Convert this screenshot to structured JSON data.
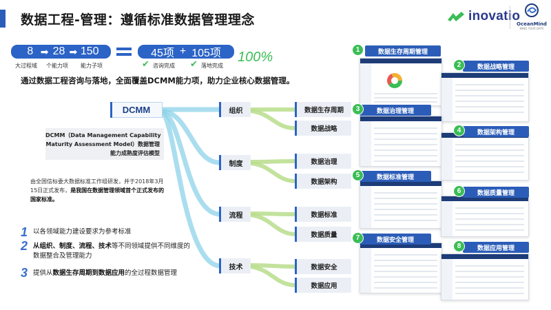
{
  "title": "数据工程-管理：遵循标准数据管理理念",
  "brand": {
    "inovatio": "inovatio",
    "oceanmind": "OceanMind",
    "oceanmind_tag": "MIND YOUR DATA"
  },
  "stats": {
    "left": [
      {
        "value": "8",
        "label": "大过程域"
      },
      {
        "value": "28",
        "label": "个能力项"
      },
      {
        "value": "150",
        "label": "能力子项"
      }
    ],
    "right": [
      {
        "value": "45项",
        "label": "咨询完成"
      },
      {
        "value": "105项",
        "label": "落地完成"
      }
    ],
    "plus": "+",
    "percent": "100%"
  },
  "lead": "通过数据工程咨询与落地，全面覆盖DCMM能力项，助力企业核心数据管理。",
  "dcmm": {
    "label": "DCMM",
    "model_line1": "DCMM（Data Management Capability",
    "model_line2": "Maturity Assessment Model）数据管理",
    "model_line3": "能力成熟度评估模型"
  },
  "description": {
    "part1": "由全国信标委大数据标准工作组研发，并于2018年3月15日正式发布，",
    "part2": "是我国在数据管理领域首个正式发布的国家标准。"
  },
  "points": [
    {
      "num": "1",
      "text": "以各领域能力建设要求为参考标准"
    },
    {
      "num": "2",
      "text_bold": "从组织、制度、流程、技术",
      "text": "等不同领域提供不同维度的数据整合及管理能力"
    },
    {
      "num": "3",
      "text_pre": "提供从",
      "text_bold": "数据生存周期到数据应用",
      "text": "的全过程数据管理"
    }
  ],
  "branches": [
    {
      "label": "组织",
      "leaves": [
        "数据生存周期",
        "数据战略"
      ]
    },
    {
      "label": "制度",
      "leaves": [
        "数据治理",
        "数据架构"
      ]
    },
    {
      "label": "流程",
      "leaves": [
        "数据标准",
        "数据质量"
      ]
    },
    {
      "label": "技术",
      "leaves": [
        "数据安全",
        "数据应用"
      ]
    }
  ],
  "cards": [
    {
      "num": "1",
      "label": "数据生存周期管理"
    },
    {
      "num": "2",
      "label": "数据战略管理"
    },
    {
      "num": "3",
      "label": "数据治理管理"
    },
    {
      "num": "4",
      "label": "数据架构管理"
    },
    {
      "num": "5",
      "label": "数据标准管理"
    },
    {
      "num": "6",
      "label": "数据质量管理"
    },
    {
      "num": "7",
      "label": "数据安全管理"
    },
    {
      "num": "8",
      "label": "数据应用管理"
    }
  ],
  "colors": {
    "primary": "#2b63c6",
    "dark": "#1d3c78",
    "accent_green": "#3bbd55",
    "flow_green": "#b9dd8c",
    "flow_blue": "#8ed3ea"
  }
}
